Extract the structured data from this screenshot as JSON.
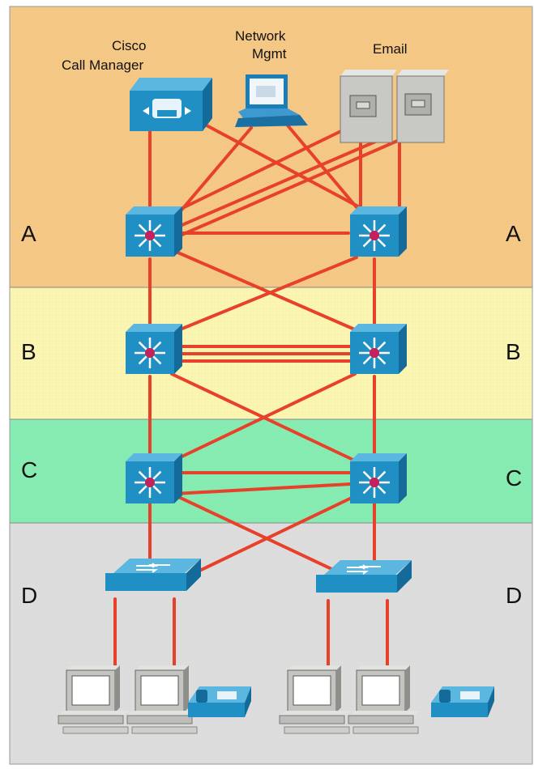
{
  "zones": [
    {
      "label": "A",
      "color": "#f5c886"
    },
    {
      "label": "B",
      "color": "#fbf5b2"
    },
    {
      "label": "C",
      "color": "#86ecb2"
    },
    {
      "label": "D",
      "color": "#dddddd"
    }
  ],
  "devices": {
    "call_manager": {
      "label_line1": "Cisco",
      "label_line2": "Call Manager"
    },
    "network_mgmt": {
      "label_line1": "Network",
      "label_line2": "Mgmt"
    },
    "email": {
      "label": "Email"
    }
  },
  "colors": {
    "link": "#e8412b",
    "device_blue": "#1f8fc4",
    "device_dark": "#146a98",
    "server_gray": "#c8c8c4"
  },
  "icons": [
    "call-manager-icon",
    "laptop-icon",
    "server-icon",
    "multilayer-switch-icon",
    "workgroup-switch-icon",
    "pc-icon",
    "ip-phone-icon"
  ]
}
